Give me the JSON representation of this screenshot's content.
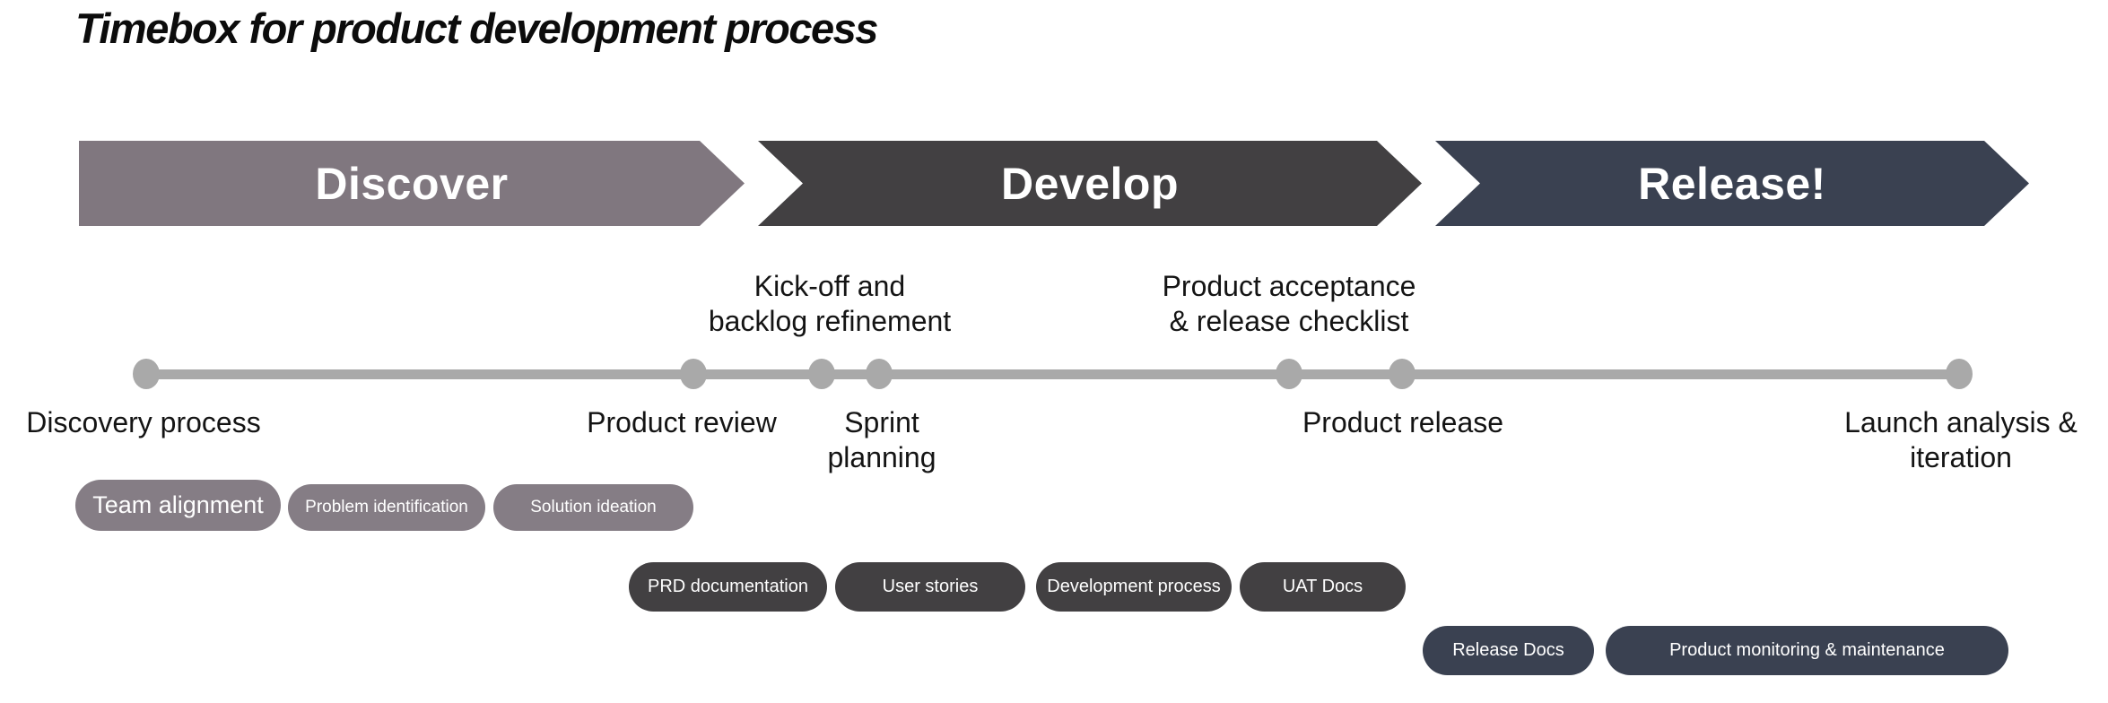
{
  "title": "Timebox for product development process",
  "phases": [
    {
      "label": "Discover",
      "color": "#80777F"
    },
    {
      "label": "Develop",
      "color": "#424042"
    },
    {
      "label": "Release!",
      "color": "#3A4151"
    }
  ],
  "timeline": {
    "color": "#A9A9A9",
    "above_labels": [
      {
        "line1": "Kick-off and",
        "line2": "backlog refinement"
      },
      {
        "line1": "Product acceptance",
        "line2": "& release checklist"
      }
    ],
    "below_labels": [
      {
        "line1": "Discovery process",
        "line2": ""
      },
      {
        "line1": "Product review",
        "line2": ""
      },
      {
        "line1": "Sprint",
        "line2": "planning"
      },
      {
        "line1": "Product release",
        "line2": ""
      },
      {
        "line1": "Launch analysis &",
        "line2": "iteration"
      }
    ]
  },
  "pills": {
    "discover": {
      "color": "#857D85",
      "items": [
        "Team alignment",
        "Problem identification",
        "Solution ideation"
      ]
    },
    "develop": {
      "color": "#424042",
      "items": [
        "PRD documentation",
        "User stories",
        "Development process",
        "UAT Docs"
      ]
    },
    "release": {
      "color": "#3A4151",
      "items": [
        "Release Docs",
        "Product monitoring & maintenance"
      ]
    }
  }
}
